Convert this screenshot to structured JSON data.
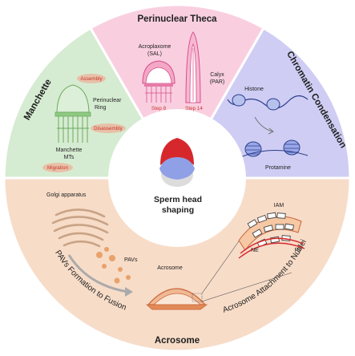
{
  "center": {
    "title_line1": "Sperm head",
    "title_line2": "shaping"
  },
  "sections": {
    "perinuclear_theca": {
      "title": "Perinuclear Theca",
      "acroplaxome": "Acroplaxome",
      "sal": "(SAL)",
      "calyx": "Calyx",
      "par": "(PAR)",
      "step8": "Step 8",
      "step14": "Step 14"
    },
    "manchette": {
      "title": "Manchette",
      "assembly": "Assembly",
      "perinuclear_ring_1": "Perinuclear",
      "perinuclear_ring_2": "Ring",
      "disassembly": "Disassembly",
      "manchette_mts_1": "Manchette",
      "manchette_mts_2": "MTs",
      "migration": "Migration"
    },
    "chromatin": {
      "title": "Chromatin Condensation",
      "histone": "Histone",
      "protamine": "Protamine"
    },
    "acrosome": {
      "title": "Acrosome",
      "left_arc": "PAVs Formation to Fusion",
      "right_arc": "Acrosome Attachment to Nuclei",
      "golgi": "Golgi apparatus",
      "pavs": "PAVs",
      "acrosome_label": "Acrosome",
      "iam": "IAM",
      "ne": "NE",
      "pt": "PT"
    }
  },
  "colors": {
    "pink": "#f9cfe0",
    "green": "#d6ecd2",
    "blue": "#cfcdf3",
    "orange": "#f7dcc8",
    "red": "#d6282c",
    "blue_cap": "#8fa0e6"
  }
}
